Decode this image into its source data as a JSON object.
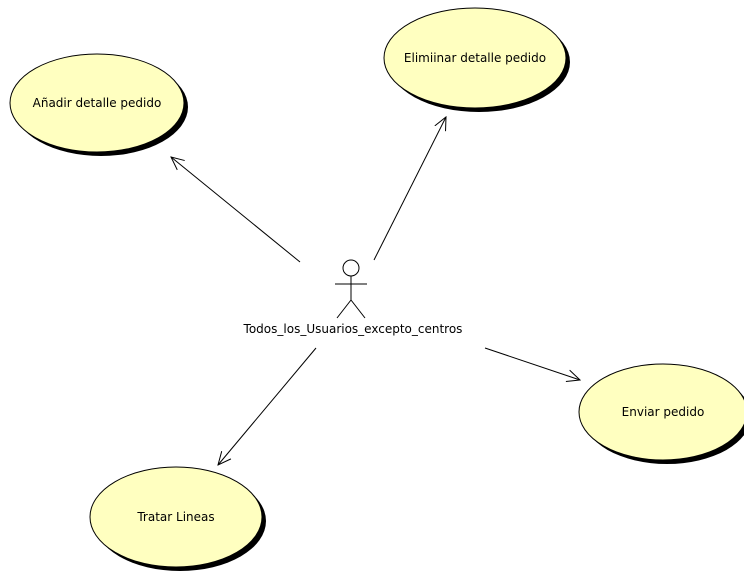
{
  "diagram": {
    "actor": {
      "name": "Todos_los_Usuarios_excepto_centros",
      "icon": "stick-figure-actor-icon"
    },
    "use_cases": [
      {
        "id": "anadir",
        "label": "Añadir detalle pedido"
      },
      {
        "id": "eliminar",
        "label": "Elimiinar detalle pedido"
      },
      {
        "id": "enviar",
        "label": "Enviar pedido"
      },
      {
        "id": "tratar",
        "label": "Tratar Lineas"
      }
    ],
    "associations": [
      {
        "from": "actor",
        "to": "anadir"
      },
      {
        "from": "actor",
        "to": "eliminar"
      },
      {
        "from": "actor",
        "to": "enviar"
      },
      {
        "from": "actor",
        "to": "tratar"
      }
    ],
    "colors": {
      "usecase_fill": "#ffffc0",
      "usecase_stroke": "#000000",
      "shadow": "#000000",
      "line": "#000000"
    }
  }
}
